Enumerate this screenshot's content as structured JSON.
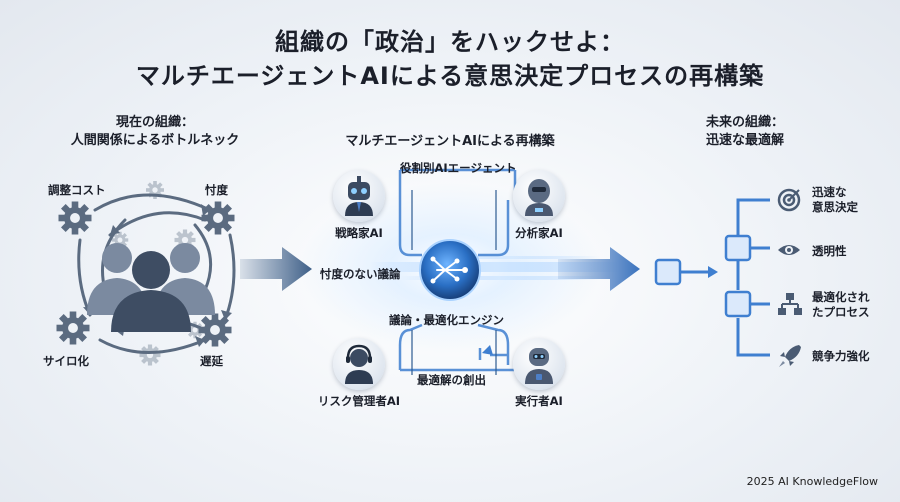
{
  "title": {
    "line1": "組織の「政治」をハックせよ：",
    "line2": "マルチエージェントAIによる意思決定プロセスの再構築"
  },
  "left": {
    "heading_line1": "現在の組織：",
    "heading_line2": "人間関係によるボトルネック",
    "labels": {
      "top_left": "調整コスト",
      "top_right": "忖度",
      "bottom_left": "サイロ化",
      "bottom_right": "遅延"
    }
  },
  "center": {
    "heading": "マルチエージェントAIによる再構築",
    "bus_top": "役割別AIエージェント",
    "bus_left": "忖度のない議論",
    "engine": "議論・最適化エンジン",
    "bus_bottom": "最適解の創出",
    "agents": {
      "strategist": "戦略家AI",
      "analyst": "分析家AI",
      "risk": "リスク管理者AI",
      "executor": "実行者AI"
    }
  },
  "right": {
    "heading_line1": "未来の組織：",
    "heading_line2": "迅速な最適解",
    "outcomes": {
      "speed_line1": "迅速な",
      "speed_line2": "意思決定",
      "transparency": "透明性",
      "process_line1": "最適化され",
      "process_line2": "たプロセス",
      "competitive": "競争力強化"
    }
  },
  "footer": "2025 AI KnowledgeFlow",
  "colors": {
    "accent_blue": "#3f7fd0",
    "dark_blue": "#2e5c92",
    "slate": "#4a5b73",
    "gear_gray": "#5b6b80"
  }
}
